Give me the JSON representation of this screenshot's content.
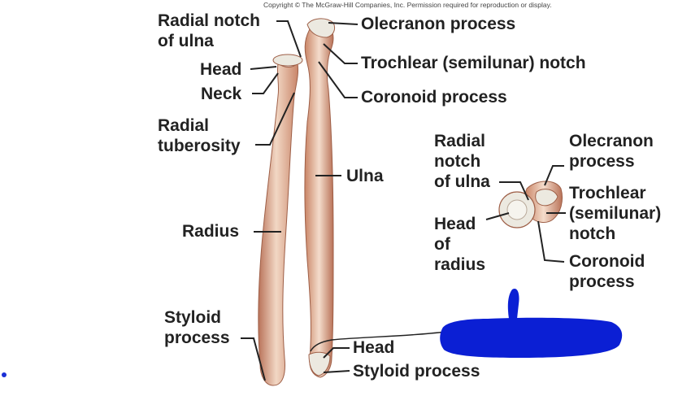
{
  "copyright": "Copyright © The McGraw-Hill Companies, Inc. Permission required for reproduction or display.",
  "labels": {
    "radial_notch_ulna_1": "Radial notch",
    "radial_notch_ulna_2": "of ulna",
    "head": "Head",
    "neck": "Neck",
    "radial_tuberosity_1": "Radial",
    "radial_tuberosity_2": "tuberosity",
    "radius": "Radius",
    "styloid_process_left_1": "Styloid",
    "styloid_process_left_2": "process",
    "olecranon_process": "Olecranon process",
    "trochlear_notch": "Trochlear (semilunar) notch",
    "coronoid_process": "Coronoid process",
    "ulna": "Ulna",
    "head_lower": "Head",
    "styloid_process_lower": "Styloid process"
  },
  "inset": {
    "radial_notch_1": "Radial",
    "radial_notch_2": "notch",
    "radial_notch_3": "of ulna",
    "head_radius_1": "Head",
    "head_radius_2": "of",
    "head_radius_3": "radius",
    "olecranon_1": "Olecranon",
    "olecranon_2": "process",
    "trochlear_1": "Trochlear",
    "trochlear_2": "(semilunar)",
    "trochlear_3": "notch",
    "coronoid_1": "Coronoid",
    "coronoid_2": "process"
  },
  "colors": {
    "bone_light": "#f2d7c4",
    "bone_mid": "#dba58a",
    "bone_dark": "#b9735a",
    "cartilage": "#ece9e0",
    "scribble": "#0b1fd4"
  }
}
